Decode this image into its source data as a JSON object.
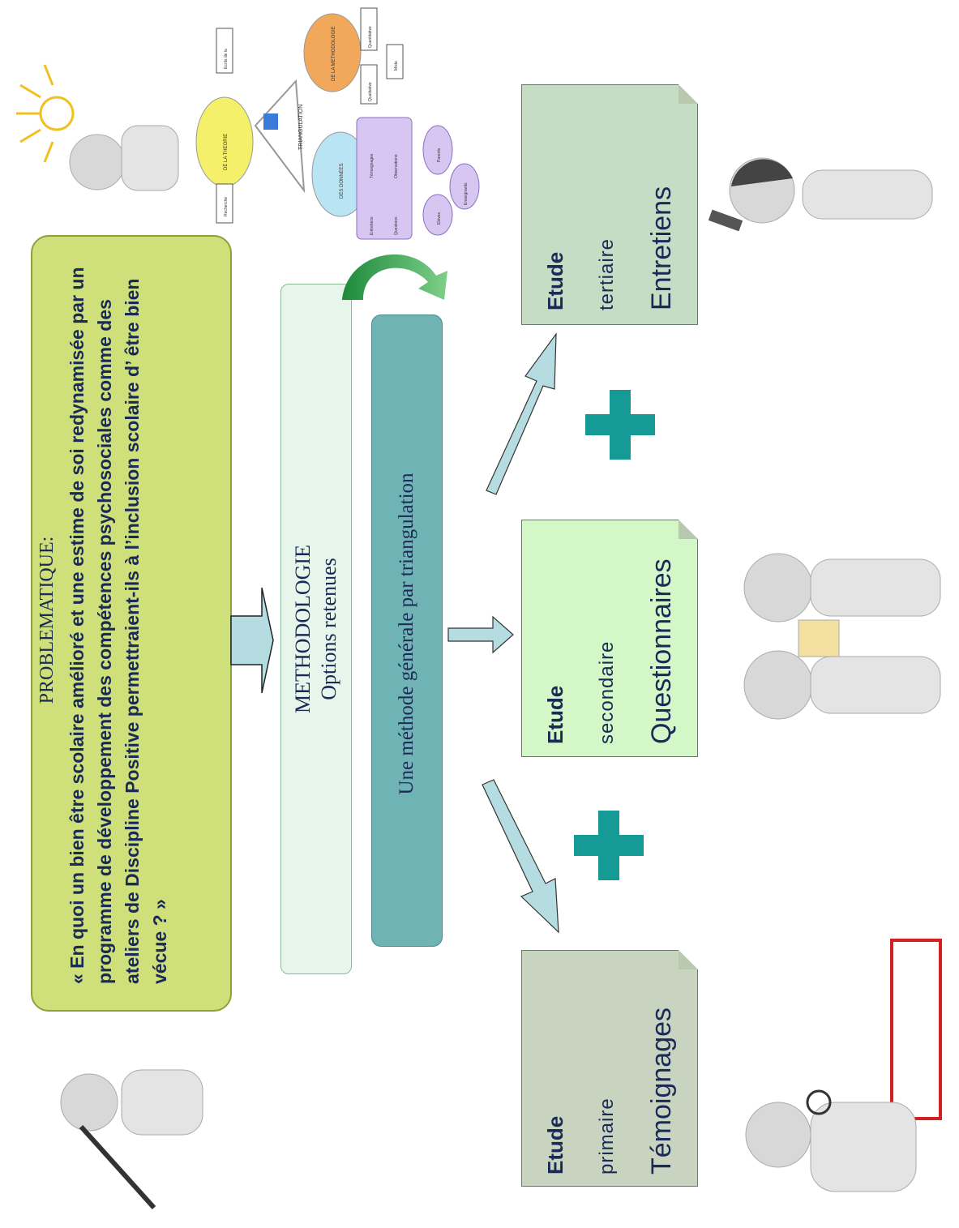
{
  "problematique": {
    "title": "PROBLEMATIQUE:",
    "body": "« En quoi un bien être scolaire amélioré et une estime de soi redynamisée par un programme de développement des compétences psychosociales comme des ateliers de Discipline Positive permettraient-ils à l’inclusion scolaire d’ être bien vécue ? »"
  },
  "methodologie": {
    "title": "METHODOLOGIE",
    "subtitle": "Options retenues"
  },
  "triangulation": {
    "label": "Une méthode générale par triangulation"
  },
  "studies": [
    {
      "name": "Etude",
      "level": "tertiaire",
      "method": "Entretiens"
    },
    {
      "name": "Etude",
      "level": "secondaire",
      "method": "Questionnaires"
    },
    {
      "name": "Etude",
      "level": "primaire",
      "method": "Témoignages"
    }
  ],
  "mini_diagram": {
    "center": "TRIANGULATION",
    "nodes": [
      "DE LA THEORIE",
      "DE LA METHODOLOGIE",
      "DES DONNEES"
    ],
    "theory_boxes": [
      "Ecrits de la",
      "Recherche"
    ],
    "method_boxes": [
      "Quantitative",
      "Qualitative",
      "Mixte"
    ],
    "data_boxes": [
      "Entretiens",
      "Questions",
      "Témoignages",
      "Observations"
    ],
    "sources": [
      "Parents",
      "Enseignants",
      "Elèves"
    ]
  },
  "colors": {
    "problem_box": "#cfe07a",
    "methodologie_box": "#e6f6ea",
    "triangulation_box": "#6fb3b4",
    "plus": "#159a95",
    "arrow": "#b5dce0",
    "text": "#1a2a56"
  }
}
